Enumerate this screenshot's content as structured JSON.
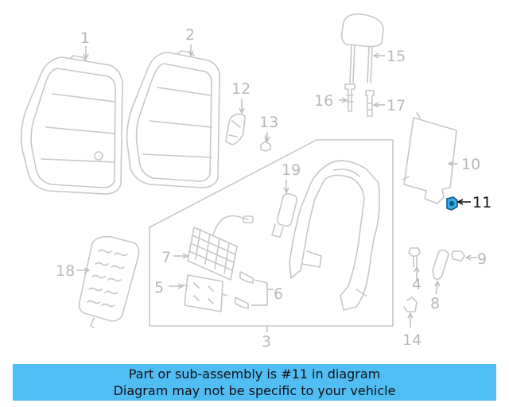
{
  "highlighted_part": "11",
  "callouts": {
    "c1": "1",
    "c2": "2",
    "c3": "3",
    "c4": "4",
    "c5": "5",
    "c6": "6",
    "c7": "7",
    "c8": "8",
    "c9": "9",
    "c10": "10",
    "c11": "11",
    "c12": "12",
    "c13": "13",
    "c14": "14",
    "c15": "15",
    "c16": "16",
    "c17": "17",
    "c18": "18",
    "c19": "19"
  },
  "banner": {
    "line1": "Part or sub-assembly is #11 in diagram",
    "line2": "Diagram may not be specific to your vehicle"
  },
  "colors": {
    "banner_bg": "#50bdf5",
    "highlight_part": "#3fa9e6",
    "line_gray": "#c7c7c7"
  }
}
